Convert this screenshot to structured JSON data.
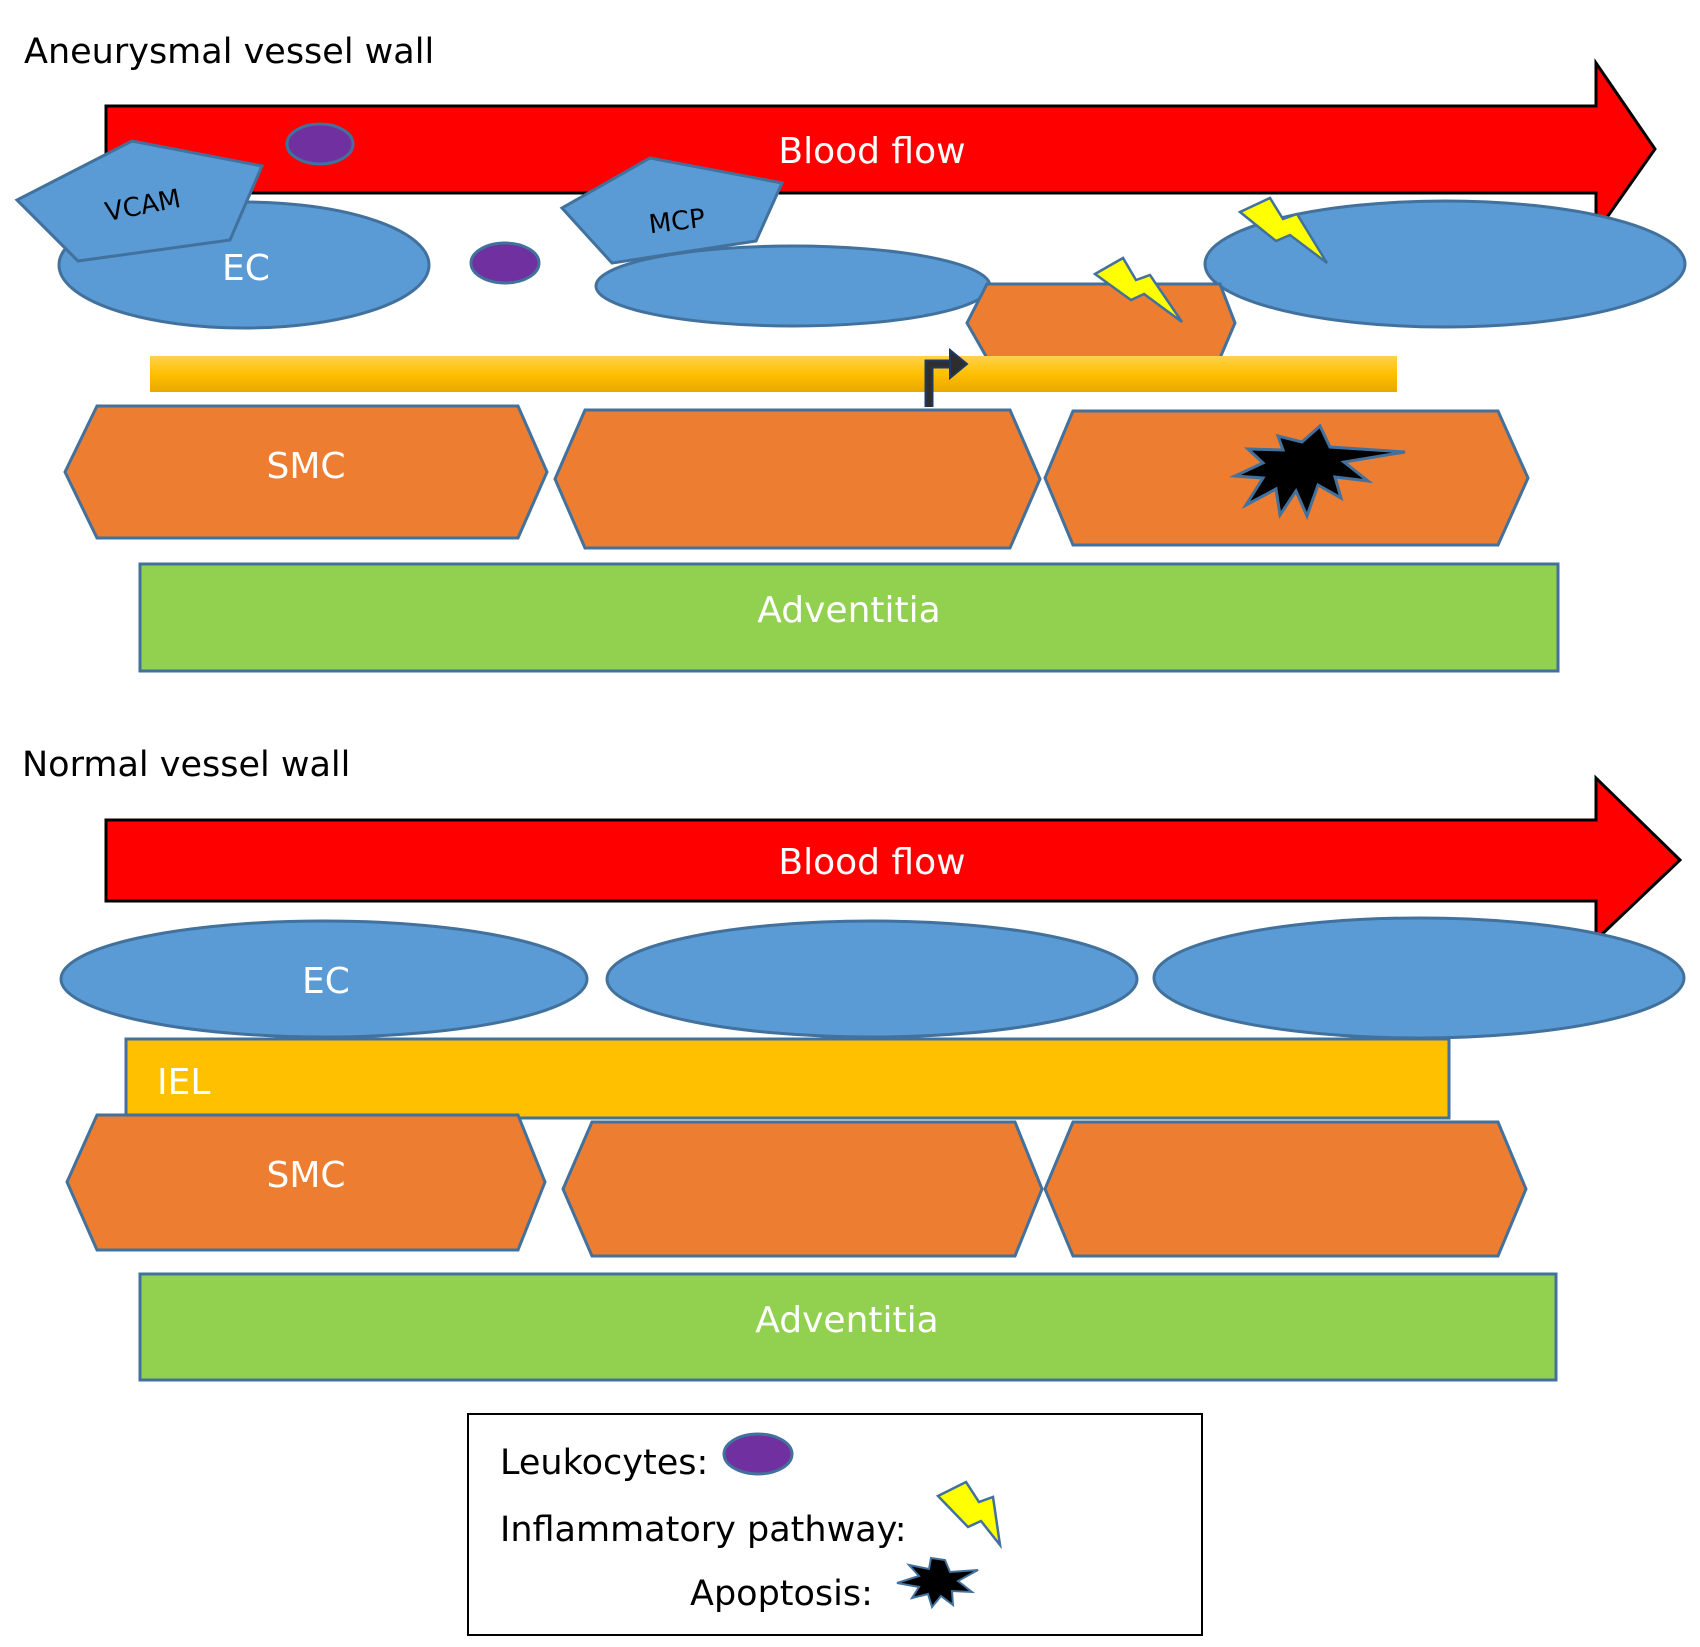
{
  "aneurysmal": {
    "title": "Aneurysmal vessel wall",
    "blood_flow": "Blood flow",
    "vcam": "VCAM",
    "mcp": "MCP",
    "ec": "EC",
    "smc": "SMC",
    "adventitia": "Adventitia"
  },
  "normal": {
    "title": "Normal vessel wall",
    "blood_flow": "Blood flow",
    "ec": "EC",
    "iel": "IEL",
    "smc": "SMC",
    "adventitia": "Adventitia"
  },
  "legend": {
    "leukocytes": "Leukocytes:",
    "inflammatory": "Inflammatory pathway:",
    "apoptosis": "Apoptosis:"
  },
  "colors": {
    "blood_flow": "#ff0000",
    "endothelial_cell": "#5b9bd5",
    "smooth_muscle_cell": "#ed7d31",
    "adventitia": "#92d050",
    "iel": "#ffc000",
    "leukocyte": "#7030a0",
    "inflammatory": "#ffff00",
    "apoptosis": "#000000",
    "outline": "#41719c"
  },
  "icons": {
    "leukocyte": "leukocyte-icon",
    "inflammatory": "lightning-bolt-icon",
    "apoptosis": "explosion-icon"
  }
}
